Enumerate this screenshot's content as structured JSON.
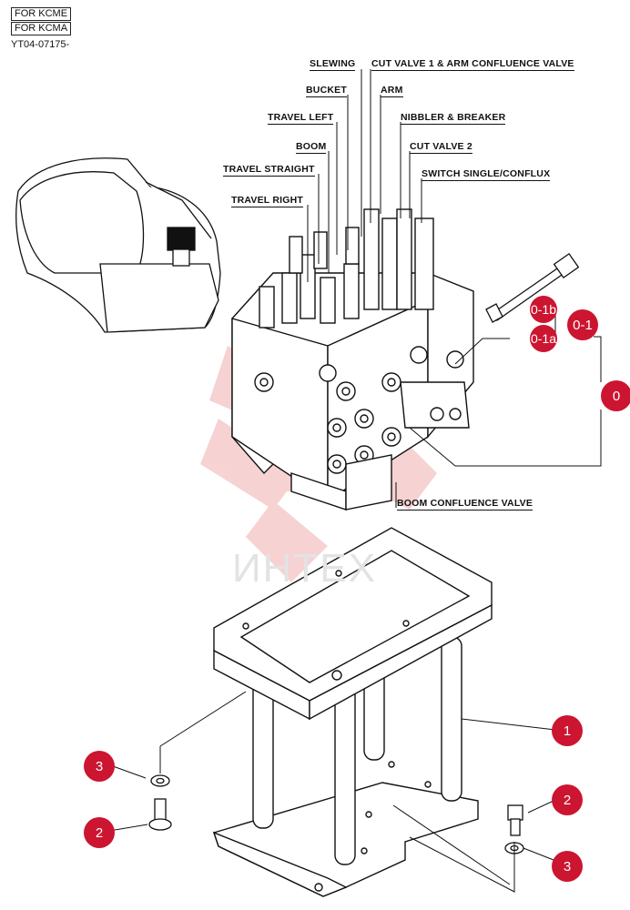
{
  "header": {
    "tag1": "FOR KCME",
    "tag2": "FOR KCMA",
    "doc_number": "YT04-07175-"
  },
  "watermark": {
    "text": "ИНТЕХ"
  },
  "callouts": {
    "slewing": "SLEWING",
    "cut_valve_1": "CUT VALVE 1 & ARM CONFLUENCE VALVE",
    "bucket": "BUCKET",
    "arm": "ARM",
    "travel_left": "TRAVEL LEFT",
    "nibbler": "NIBBLER & BREAKER",
    "boom": "BOOM",
    "cut_valve_2": "CUT VALVE 2",
    "travel_straight": "TRAVEL STRAIGHT",
    "switch": "SWITCH SINGLE/CONFLUX",
    "travel_right": "TRAVEL RIGHT",
    "boom_confluence": "BOOM CONFLUENCE VALVE"
  },
  "parts": {
    "p0_1b": "0-1b",
    "p0_1a": "0-1a",
    "p0_1": "0-1",
    "p0": "0",
    "p1": "1",
    "p2a": "2",
    "p2b": "2",
    "p3a": "3",
    "p3b": "3"
  },
  "colors": {
    "badge": "#cc1530",
    "line": "#111111",
    "watermark": "#f1b5b5"
  }
}
